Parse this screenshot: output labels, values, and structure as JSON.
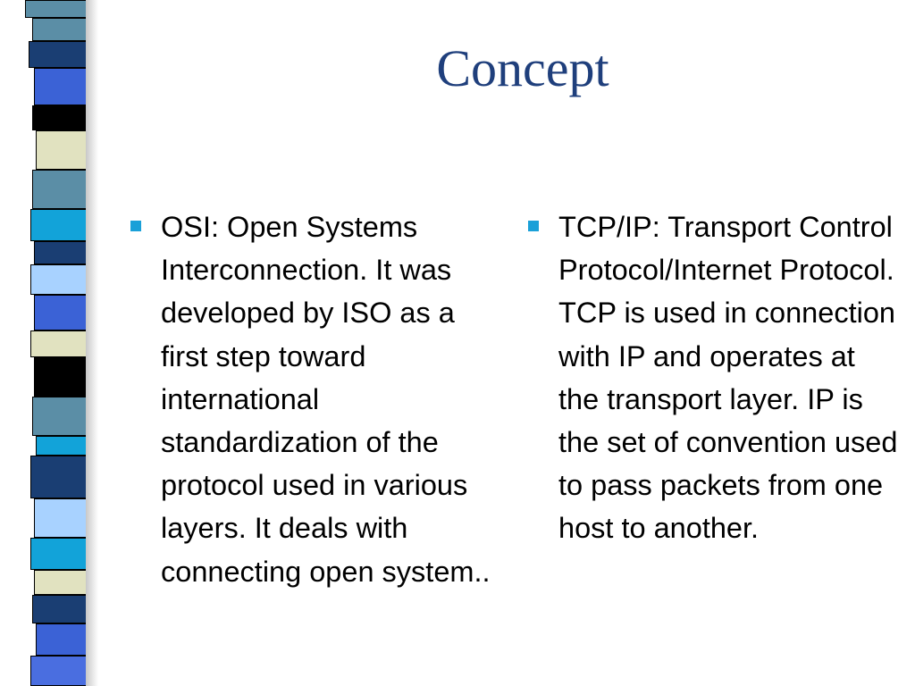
{
  "slide": {
    "title": "Concept",
    "colors": {
      "title": "#1f3f7c",
      "bullet": "#1aa0d8",
      "strip_palette": [
        "#5b8ea6",
        "#1a3e73",
        "#3b62d6",
        "#000000",
        "#e1e2c0",
        "#12a3d9",
        "#a8d2ff",
        "#4a6ee0"
      ]
    },
    "bullets": [
      {
        "icon": "square-bullet-icon",
        "text": "OSI: Open Systems Interconnection. It was developed by ISO as a first step toward international standardization of the protocol used in various layers. It deals with connecting open system.."
      },
      {
        "icon": "square-bullet-icon",
        "text": "TCP/IP: Transport Control Protocol/Internet Protocol. TCP is used in connection with IP and operates at the transport layer. IP is the set of convention used to pass packets from one host to another."
      }
    ]
  }
}
